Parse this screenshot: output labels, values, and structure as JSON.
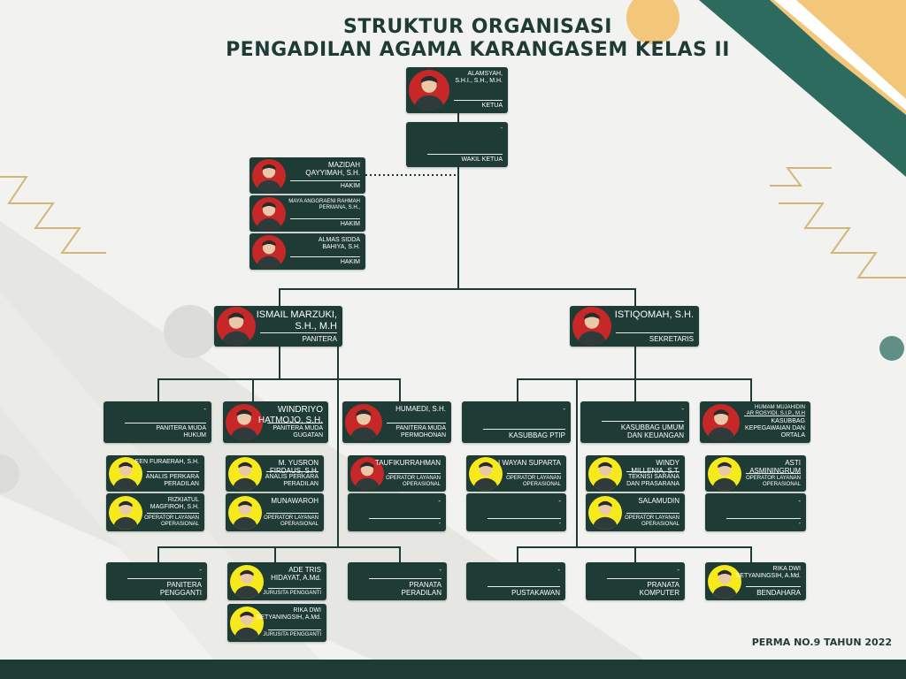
{
  "title": {
    "line1": "STRUKTUR ORGANISASI",
    "line2": "PENGADILAN AGAMA KARANGASEM KELAS II"
  },
  "footer": {
    "text": "PERMA NO.9 TAHUN 2022"
  },
  "colors": {
    "box": "#1f3b35",
    "background": "#f2f2f0",
    "accent_gold": "#f2c77a",
    "accent_teal": "#2e6b5f",
    "photo_red": "#c62828",
    "photo_yellow": "#f7ea1c",
    "photo_grey": "#dcdcdc"
  },
  "org": {
    "ketua": {
      "name": "ALAMSYAH,\nS.H.I., S.H., M.H.",
      "role": "KETUA"
    },
    "wakil": {
      "name": "-",
      "role": "WAKIL KETUA"
    },
    "hakim": [
      {
        "name": "MAZIDAH\nQAYYIMAH, S.H.",
        "role": "HAKIM"
      },
      {
        "name": "MAYA ANGGRAENI RAHMAH\nPERMANA, S.H.,",
        "role": "HAKIM"
      },
      {
        "name": "ALMAS SIDDA\nBAHIYA, S.H.",
        "role": "HAKIM"
      }
    ],
    "panitera": {
      "name": "ISMAIL MARZUKI,\nS.H., M.H",
      "role": "PANITERA"
    },
    "sekretaris": {
      "name": "ISTIQOMAH, S.H.",
      "role": "SEKRETARIS"
    },
    "level3": [
      {
        "name": "-",
        "role": "PANITERA MUDA\nHUKUM"
      },
      {
        "name": "WINDRIYO\nHATMOJO, S.H.",
        "role": "PANITERA MUDA\nGUGATAN"
      },
      {
        "name": "HUMAEDI, S.H.",
        "role": "PANITERA MUDA\nPERMOHONAN"
      },
      {
        "name": "-",
        "role": "KASUBBAG PTIP"
      },
      {
        "name": "-",
        "role": "KASUBBAG UMUM\nDAN KEUANGAN"
      },
      {
        "name": "HUMAM MUJAHIDIN\nAR ROSYIDI, S.I.P., M.H",
        "role": "KASUBBAG\nKEPEGAWAIAN DAN\nORTALA"
      }
    ],
    "staff": [
      {
        "name": "EEN FURAERAH, S.H.",
        "role": "ANALIS PERKARA\nPERADILAN"
      },
      {
        "name": "RIZKIATUL\nMAGFIROH, S.H.",
        "role": "OPERATOR LAYANAN\nOPERASIONAL"
      },
      {
        "name": "M. YUSRON\nFIRDAUS, S.H.",
        "role": "ANALIS PERKARA\nPERADILAN"
      },
      {
        "name": "MUNAWAROH",
        "role": "OPERATOR LAYANAN\nOPERASIONAL"
      },
      {
        "name": "TAUFIKURRAHMAN",
        "role": "OPERATOR LAYANAN\nOPERASIONAL"
      },
      {
        "name": "-",
        "role": "-"
      },
      {
        "name": "I WAYAN SUPARTA",
        "role": "OPERATOR LAYANAN\nOPERASIONAL"
      },
      {
        "name": "-",
        "role": "-"
      },
      {
        "name": "WINDY\nMILLENIA, S.T.",
        "role": "TEKNISI SARANA\nDAN PRASARANA"
      },
      {
        "name": "SALAMUDIN",
        "role": "OPERATOR LAYANAN\nOPERASIONAL"
      },
      {
        "name": "ASTI\nASMININGRUM",
        "role": "OPERATOR LAYANAN\nOPERASIONAL"
      },
      {
        "name": "-",
        "role": "-"
      }
    ],
    "bottom": [
      {
        "name": "-",
        "role": "PANITERA\nPENGGANTI"
      },
      {
        "name": "ADE TRIS\nHIDAYAT, A.Md.",
        "role": "JURUSITA PENGGANTI"
      },
      {
        "name": "RIKA DWI\nSETYANINGSIH, A.Md.",
        "role": "JURUSITA PENGGANTI"
      },
      {
        "name": "-",
        "role": "PRANATA\nPERADILAN"
      },
      {
        "name": "-",
        "role": "PUSTAKAWAN"
      },
      {
        "name": "-",
        "role": "PRANATA\nKOMPUTER"
      },
      {
        "name": "RIKA DWI\nSETYANINGSIH, A.Md.",
        "role": "BENDAHARA"
      }
    ]
  }
}
